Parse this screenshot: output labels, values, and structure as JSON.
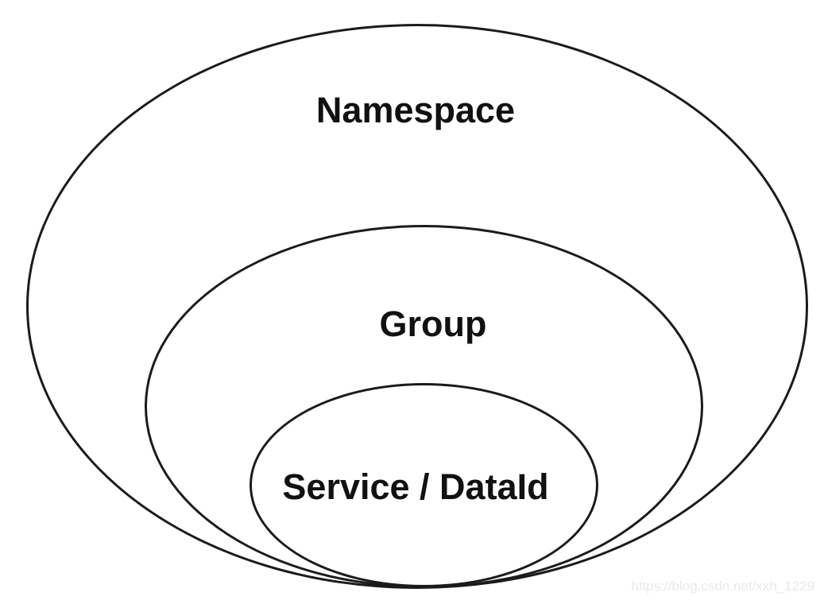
{
  "diagram": {
    "type": "nested-ellipse-diagram",
    "rings": [
      {
        "id": "namespace",
        "label": "Namespace",
        "level": "outer"
      },
      {
        "id": "group",
        "label": "Group",
        "level": "middle"
      },
      {
        "id": "service-dataid",
        "label": "Service / DataId",
        "level": "inner"
      }
    ],
    "watermark": "https://blog.csdn.net/xxh_1229",
    "colors": {
      "background": "#ffffff",
      "line": "#1b1b1b",
      "text": "#111111",
      "watermark": "#e9e9e9"
    }
  }
}
